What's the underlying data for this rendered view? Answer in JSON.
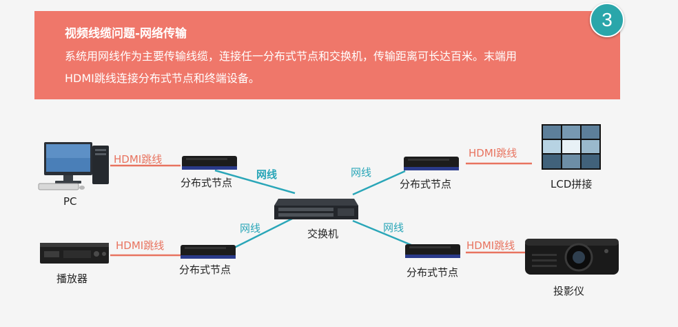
{
  "banner": {
    "title": "视频线缆问题-网络传输",
    "line1": "系统用网线作为主要传输线缆，连接任一分布式节点和交换机，传输距离可长达百米。末端用",
    "line2": "HDMI跳线连接分布式节点和终端设备。",
    "badge": "3"
  },
  "devices": {
    "pc": "PC",
    "player": "播放器",
    "switch": "交换机",
    "lcd": "LCD拼接",
    "projector": "投影仪"
  },
  "nodes": {
    "top_left": "分布式节点",
    "bottom_left": "分布式节点",
    "top_right": "分布式节点",
    "bottom_right": "分布式节点"
  },
  "links": {
    "hdmi_top_left": "HDMI跳线",
    "hdmi_bottom_left": "HDMI跳线",
    "hdmi_top_right": "HDMI跳线",
    "hdmi_bottom_right": "HDMI跳线",
    "net_top_left": "网线",
    "net_bottom_left": "网线",
    "net_top_right": "网线",
    "net_bottom_right": "网线"
  },
  "colors": {
    "banner": "#ef776a",
    "badge": "#2aa6aa",
    "network_line": "#2aa6b8",
    "hdmi_line": "#e8735f"
  }
}
